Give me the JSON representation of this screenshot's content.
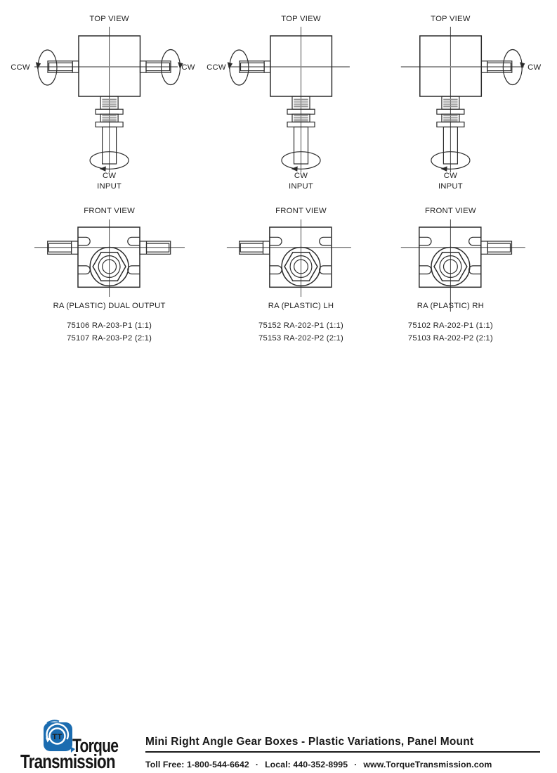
{
  "drawing": {
    "top_view_label": "TOP VIEW",
    "front_view_label": "FRONT VIEW",
    "input_label": "INPUT",
    "columns": [
      {
        "variant": "RA (PLASTIC) DUAL OUTPUT",
        "left_rotation": "CCW",
        "right_rotation": "CW",
        "input_rotation": "CW",
        "parts": [
          "75106 RA-203-P1 (1:1)",
          "75107 RA-203-P2 (2:1)"
        ]
      },
      {
        "variant": "RA (PLASTIC) LH",
        "left_rotation": "CCW",
        "input_rotation": "CW",
        "parts": [
          "75152 RA-202-P1 (1:1)",
          "75153 RA-202-P2 (2:1)"
        ]
      },
      {
        "variant": "RA (PLASTIC) RH",
        "right_rotation": "CW",
        "input_rotation": "CW",
        "parts": [
          "75102 RA-202-P1 (1:1)",
          "75103 RA-202-P2 (2:1)"
        ]
      }
    ]
  },
  "footer": {
    "logo": {
      "monogram": "TT",
      "word1": "Torque",
      "word2": "Transmission",
      "brand_color": "#1b6cb0"
    },
    "title": "Mini Right Angle Gear Boxes - Plastic Variations, Panel Mount",
    "contact": {
      "toll_free": "Toll Free: 1-800-544-6642",
      "separator": "·",
      "local": "Local: 440-352-8995",
      "website": "www.TorqueTransmission.com"
    }
  }
}
